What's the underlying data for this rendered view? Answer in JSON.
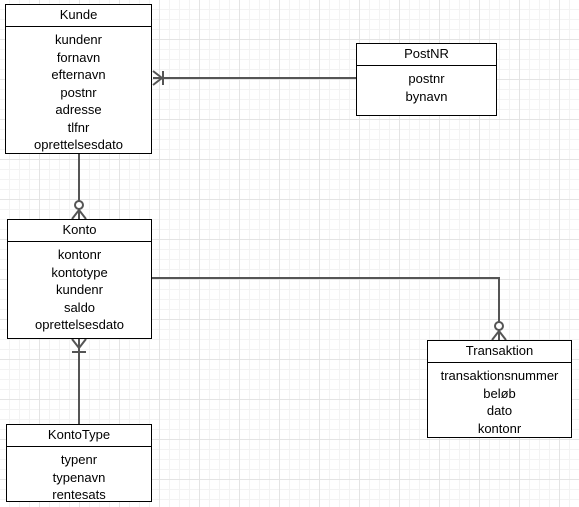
{
  "entities": {
    "kunde": {
      "name": "Kunde",
      "fields": [
        "kundenr",
        "fornavn",
        "efternavn",
        "postnr",
        "adresse",
        "tlfnr",
        "oprettelsesdato"
      ]
    },
    "postnr": {
      "name": "PostNR",
      "fields": [
        "postnr",
        "bynavn"
      ]
    },
    "konto": {
      "name": "Konto",
      "fields": [
        "kontonr",
        "kontotype",
        "kundenr",
        "saldo",
        "oprettelsesdato"
      ]
    },
    "kontotype": {
      "name": "KontoType",
      "fields": [
        "typenr",
        "typenavn",
        "rentesats"
      ]
    },
    "transaktion": {
      "name": "Transaktion",
      "fields": [
        "transaktionsnummer",
        "beløb",
        "dato",
        "kontonr"
      ]
    }
  },
  "relationships": [
    {
      "from": "PostNR",
      "to": "Kunde",
      "to_cardinality": "one-or-many"
    },
    {
      "from": "Kunde",
      "to": "Konto",
      "to_cardinality": "zero-or-many"
    },
    {
      "from": "Konto",
      "to": "KontoType",
      "from_cardinality": "one-or-many"
    },
    {
      "from": "Konto",
      "to": "Transaktion",
      "to_cardinality": "zero-or-many"
    }
  ],
  "colors": {
    "border": "#000000",
    "connector": "#555555",
    "grid": "#e4e4e4"
  }
}
